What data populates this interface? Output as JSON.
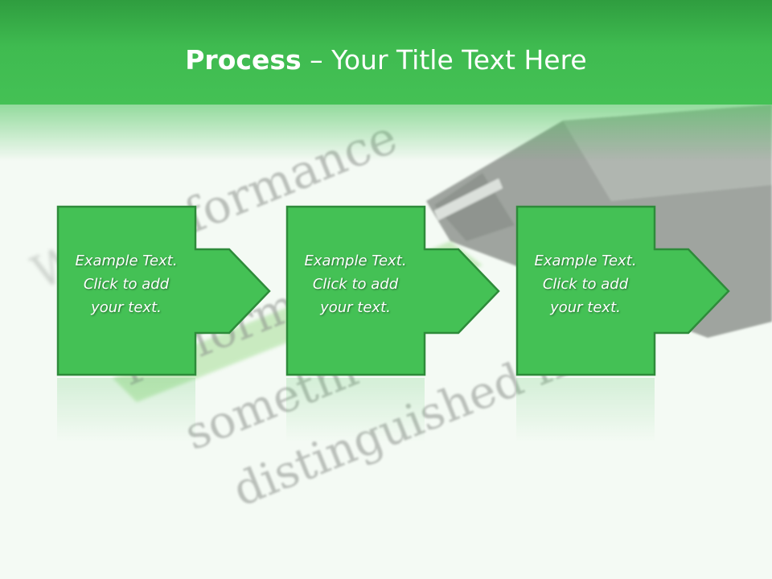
{
  "slide": {
    "title_bold": "Process",
    "title_rest": " – Your Title Text Here",
    "accent_color": "#44c155",
    "border_color": "#2e8b3a"
  },
  "background": {
    "words": [
      "formance",
      "Perform",
      "somethi",
      "distinguished fr"
    ]
  },
  "steps": [
    {
      "text": "Example Text.\nClick  to add\nyour text."
    },
    {
      "text": "Example Text.\nClick  to add\nyour text."
    },
    {
      "text": "Example Text.\nClick  to add\nyour text."
    }
  ]
}
